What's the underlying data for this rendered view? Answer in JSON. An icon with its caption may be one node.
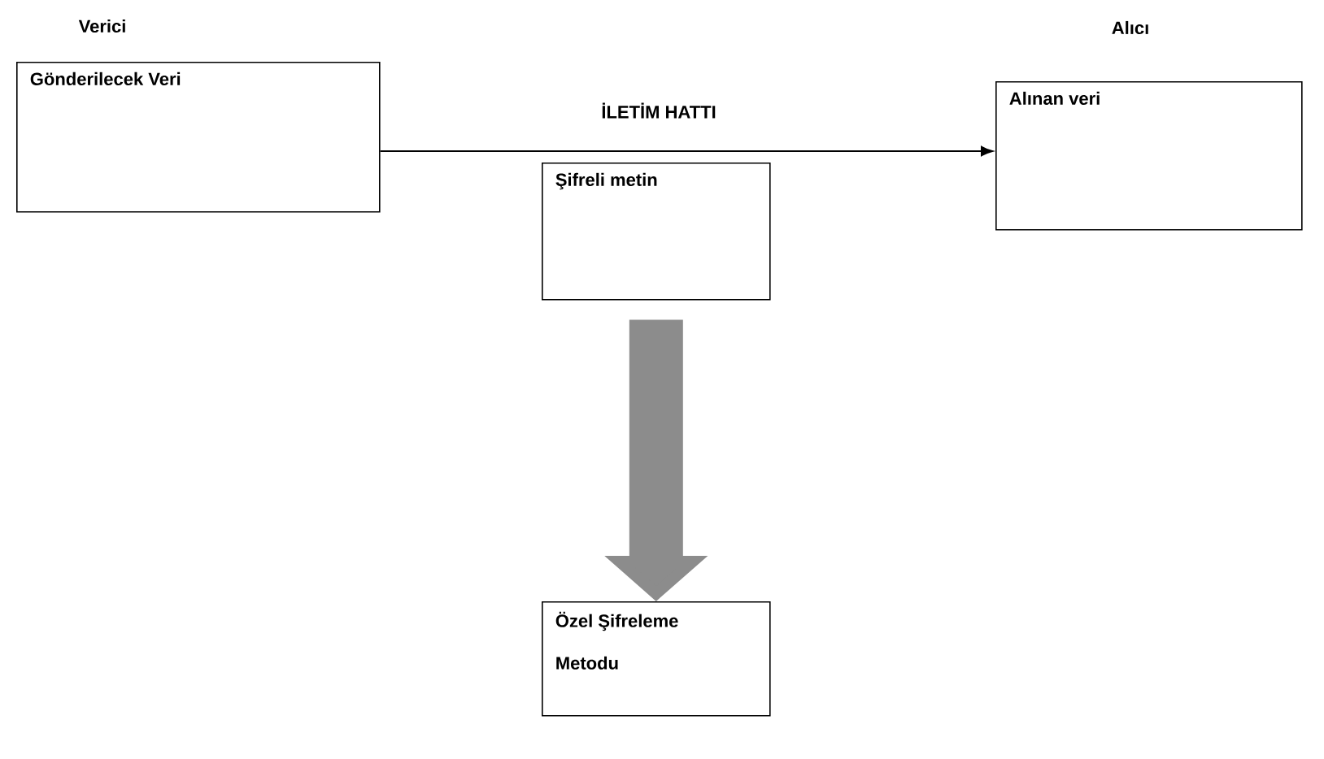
{
  "diagram": {
    "nodes": [
      {
        "text": [
          "Verici",
          "Gönderilecek Veri"
        ]
      },
      {
        "text": [
          "Şifreli metin"
        ]
      },
      {
        "text": [
          "Alıcı",
          "Alınan veri"
        ]
      },
      {
        "text": [
          "Özel Şifreleme Metodu"
        ]
      }
    ],
    "edges": [
      {
        "from": 0,
        "to": 2,
        "arrow": "to",
        "label": "İLETİM HATTI"
      },
      {
        "from": 1,
        "to": 3,
        "arrow": "to",
        "style": "thick",
        "color": "#8c8c8c"
      }
    ]
  }
}
